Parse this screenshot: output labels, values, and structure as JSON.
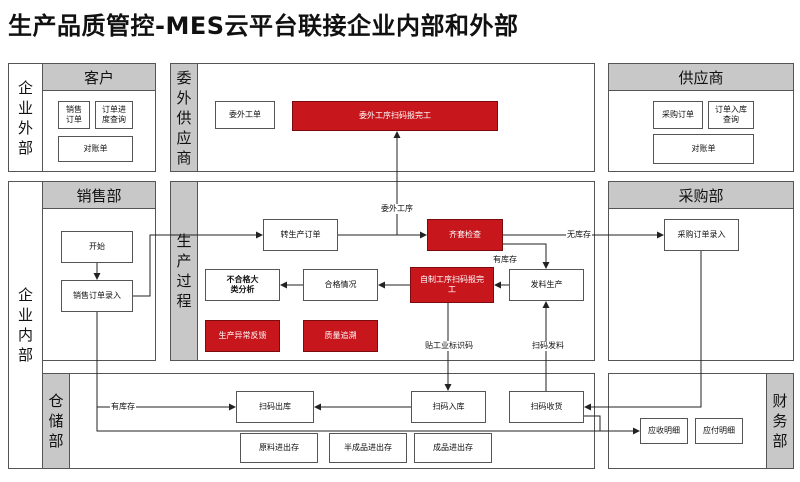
{
  "title": "生产品质管控-MES云平台联接企业内部和外部",
  "sections": {
    "external": "企\n业\n外\n部",
    "internal": "企\n业\n内\n部",
    "customer": "客户",
    "outsourcing": "委\n外\n供\n应\n商",
    "supplier": "供应商",
    "sales": "销售部",
    "production": "生\n产\n过\n程",
    "purchasing": "采购部",
    "warehouse": "仓\n储\n部",
    "finance": "财\n务\n部"
  },
  "nodes": {
    "sales_order": "销售\n订单",
    "order_progress": "订单进\n度查询",
    "customer_statement": "对账单",
    "outsource_order": "委外工单",
    "outsource_scan": "委外工序扫码报完工",
    "purchase_order": "采购订单",
    "order_inbound_query": "订单入库\n查询",
    "supplier_statement": "对账单",
    "start": "开始",
    "sales_order_entry": "销售订单录入",
    "to_production_order": "转生产订单",
    "kitting_check": "齐套检查",
    "purchase_order_entry": "采购订单录入",
    "nonconform_analysis": "不合格大\n类分析",
    "qualified_status": "合格情况",
    "inhouse_scan": "自制工序扫码报完\n工",
    "release_production": "发料生产",
    "production_exception": "生产异常反馈",
    "quality_trace": "质量追溯",
    "scan_outbound": "扫码出库",
    "scan_inbound": "扫码入库",
    "scan_receive": "扫码收货",
    "receivable": "应收明细",
    "payable": "应付明细",
    "raw_material_io": "原料进出存",
    "semi_finished_io": "半成品进出存",
    "finished_io": "成品进出存"
  },
  "edge_labels": {
    "outsource_process": "委外工序",
    "in_stock": "有库存",
    "no_stock": "无库存",
    "label_barcode": "贴工业标识码",
    "scan_issue": "扫码发料",
    "in_stock_2": "有库存"
  }
}
